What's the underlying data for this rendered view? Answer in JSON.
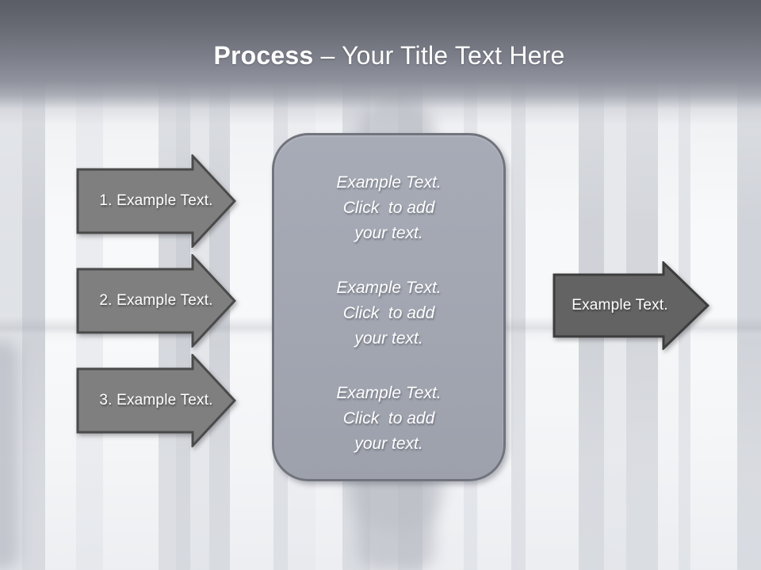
{
  "title": {
    "bold": "Process",
    "rest": " – Your Title Text Here"
  },
  "left_arrows": [
    {
      "label": "1. Example Text."
    },
    {
      "label": "2. Example Text."
    },
    {
      "label": "3. Example Text."
    }
  ],
  "center_panel": {
    "blocks": [
      {
        "line1": "Example Text.",
        "line2": "Click  to add",
        "line3": "your text."
      },
      {
        "line1": "Example Text.",
        "line2": "Click  to add",
        "line3": "your text."
      },
      {
        "line1": "Example Text.",
        "line2": "Click  to add",
        "line3": "your text."
      }
    ]
  },
  "right_arrow": {
    "label": "Example Text."
  },
  "colors": {
    "header_top": "#5a5d65",
    "header_mid": "#8f929c",
    "left_arrow_fill": "#7f7f7f",
    "left_arrow_border": "#4a4a4a",
    "right_arrow_fill": "#636363",
    "right_arrow_border": "#3d3d3d",
    "panel_fill": "#a3a7b2",
    "panel_border": "#71747c",
    "text": "#ffffff"
  }
}
